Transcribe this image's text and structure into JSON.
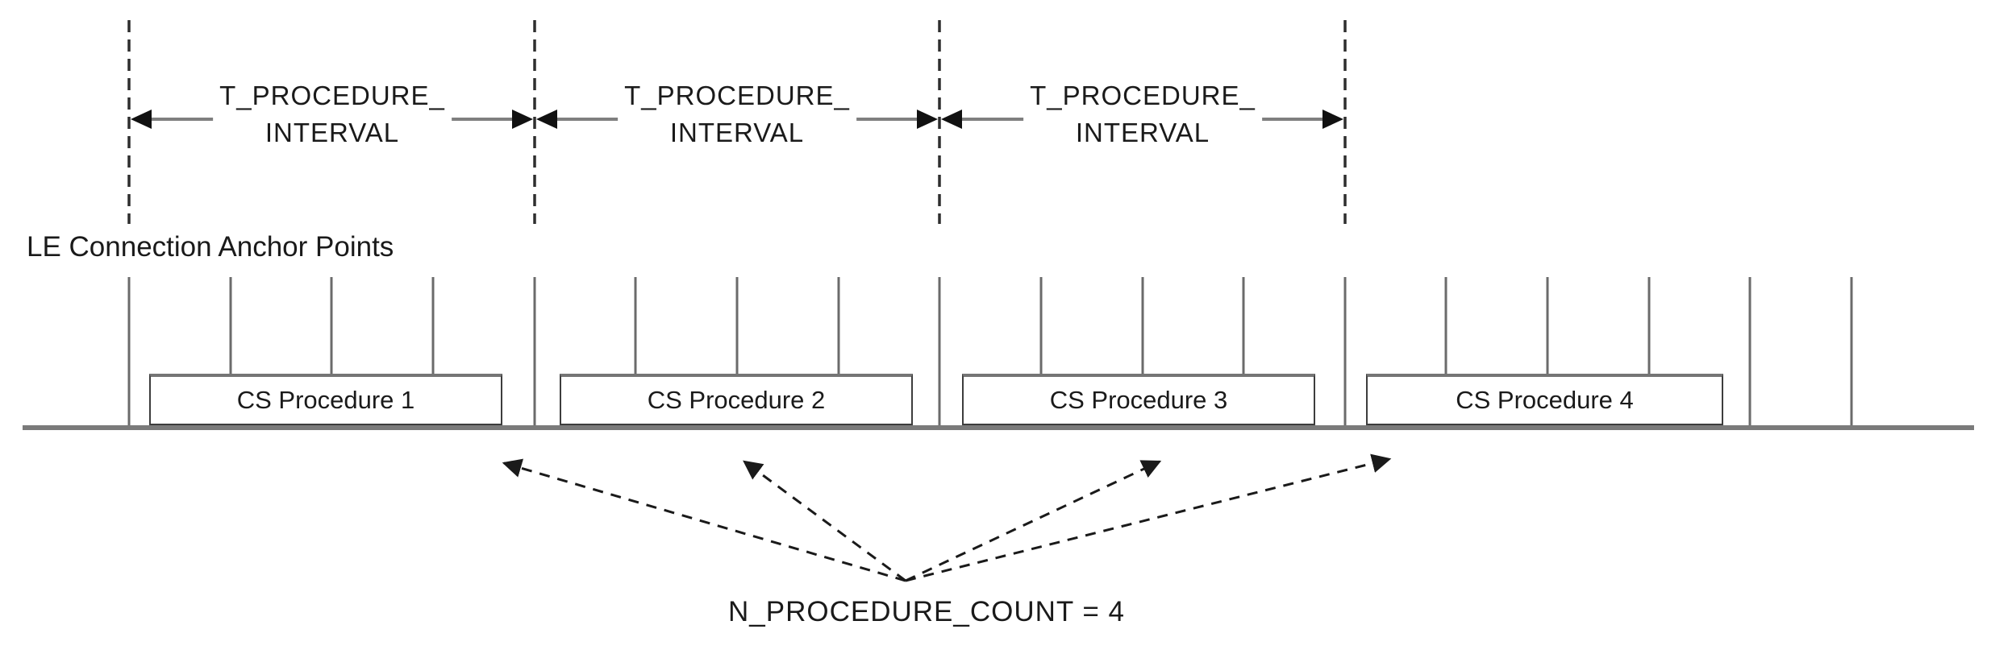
{
  "diagram": {
    "type": "timing-diagram",
    "labels": {
      "anchor_points": "LE Connection Anchor Points",
      "procedure_count": "N_PROCEDURE_COUNT = 4"
    },
    "intervals": [
      {
        "line1": "T_PROCEDURE_",
        "line2": "INTERVAL"
      },
      {
        "line1": "T_PROCEDURE_",
        "line2": "INTERVAL"
      },
      {
        "line1": "T_PROCEDURE_",
        "line2": "INTERVAL"
      }
    ],
    "procedures": [
      {
        "label": "CS Procedure 1"
      },
      {
        "label": "CS Procedure 2"
      },
      {
        "label": "CS Procedure 3"
      },
      {
        "label": "CS Procedure 4"
      }
    ],
    "facts": {
      "n_procedure_count": 4,
      "anchor_tick_count": 18,
      "interval_boundary_count": 4
    },
    "colors": {
      "timeline_gray": "#7a7a7a",
      "tick_gray": "#6b6b6b",
      "shaft_gray": "#7f7f7f",
      "dark": "#1a1a1a",
      "background": "#ffffff"
    }
  }
}
